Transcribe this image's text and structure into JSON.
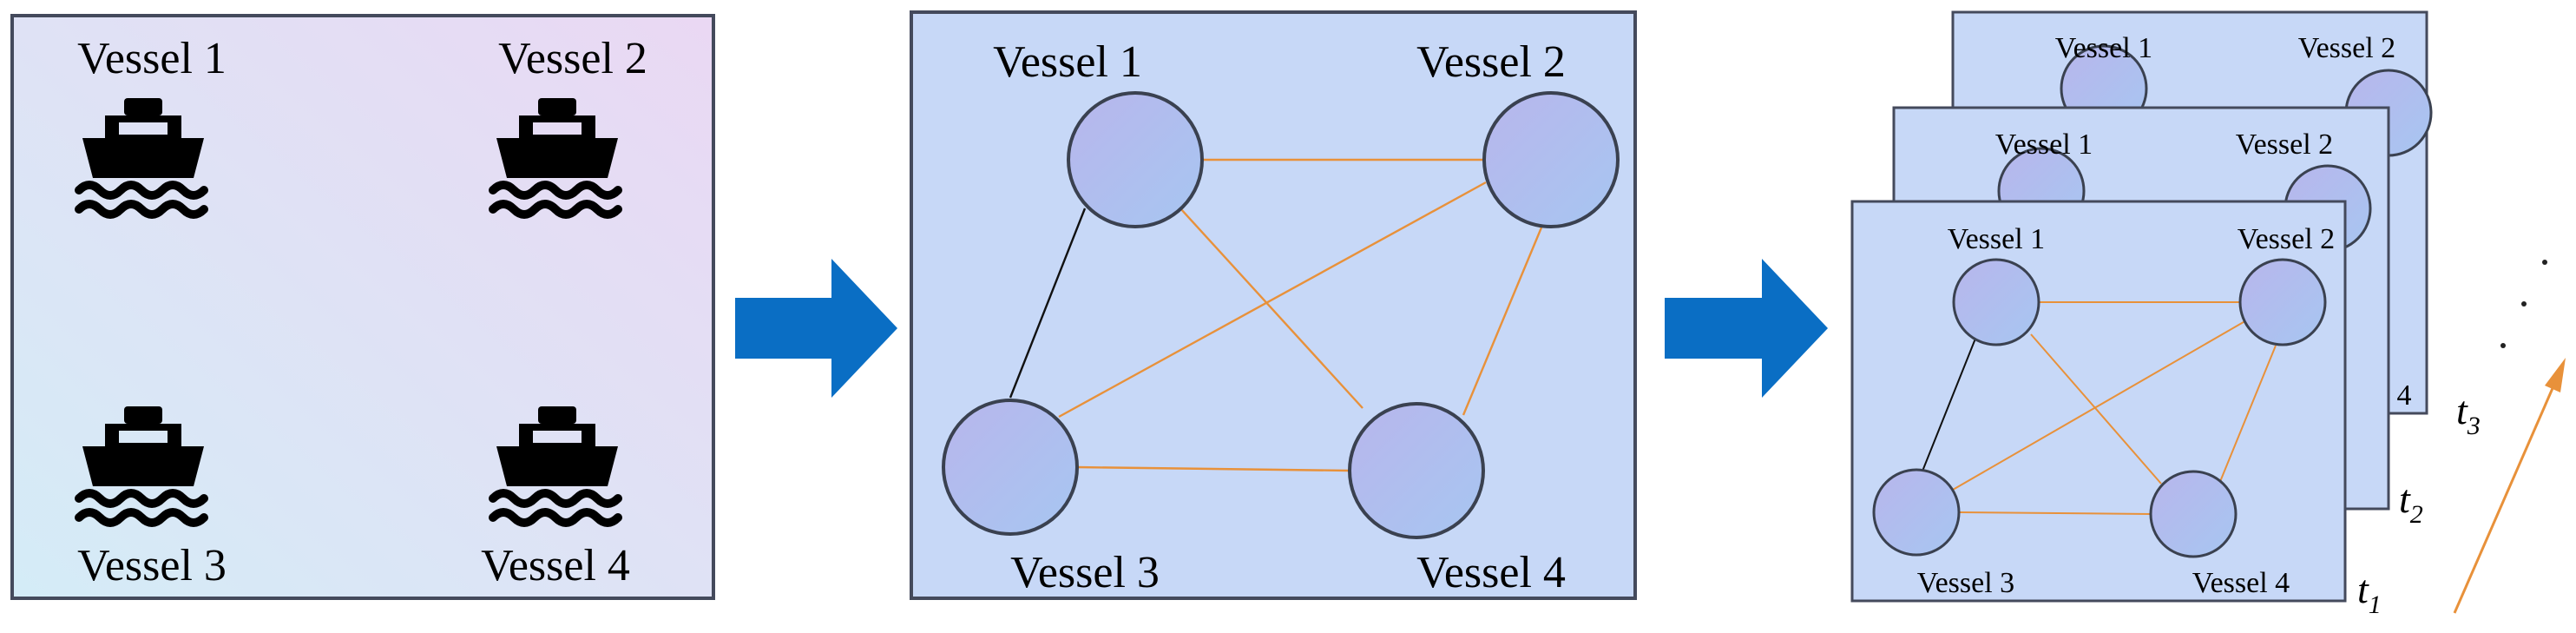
{
  "colors": {
    "panel_fill": "#c7d8f7",
    "panel_stroke": "#444a5c",
    "node_stroke": "#3a4150",
    "edge_orange": "#e8913a",
    "edge_black": "#111111",
    "arrow_blue": "#0a6ec4",
    "ship": "#000000",
    "gradient_start": "#d4ecf7",
    "gradient_end": "#ead8f3"
  },
  "icons": {
    "vessel": "ship-icon"
  },
  "panel1": {
    "labels": {
      "v1": "Vessel 1",
      "v2": "Vessel 2",
      "v3": "Vessel 3",
      "v4": "Vessel 4"
    }
  },
  "panel2": {
    "labels": {
      "v1": "Vessel 1",
      "v2": "Vessel 2",
      "v3": "Vessel 3",
      "v4": "Vessel 4"
    }
  },
  "stack": {
    "back": {
      "v1": "Vessel 1",
      "v2": "Vessel 2",
      "v4_partial": "4",
      "time_base": "t",
      "time_sub": "3"
    },
    "middle": {
      "v1": "Vessel 1",
      "v2": "Vessel 2",
      "time_base": "t",
      "time_sub": "2"
    },
    "front": {
      "v1": "Vessel 1",
      "v2": "Vessel 2",
      "v3": "Vessel 3",
      "v4": "Vessel 4",
      "time_base": "t",
      "time_sub": "1"
    }
  }
}
